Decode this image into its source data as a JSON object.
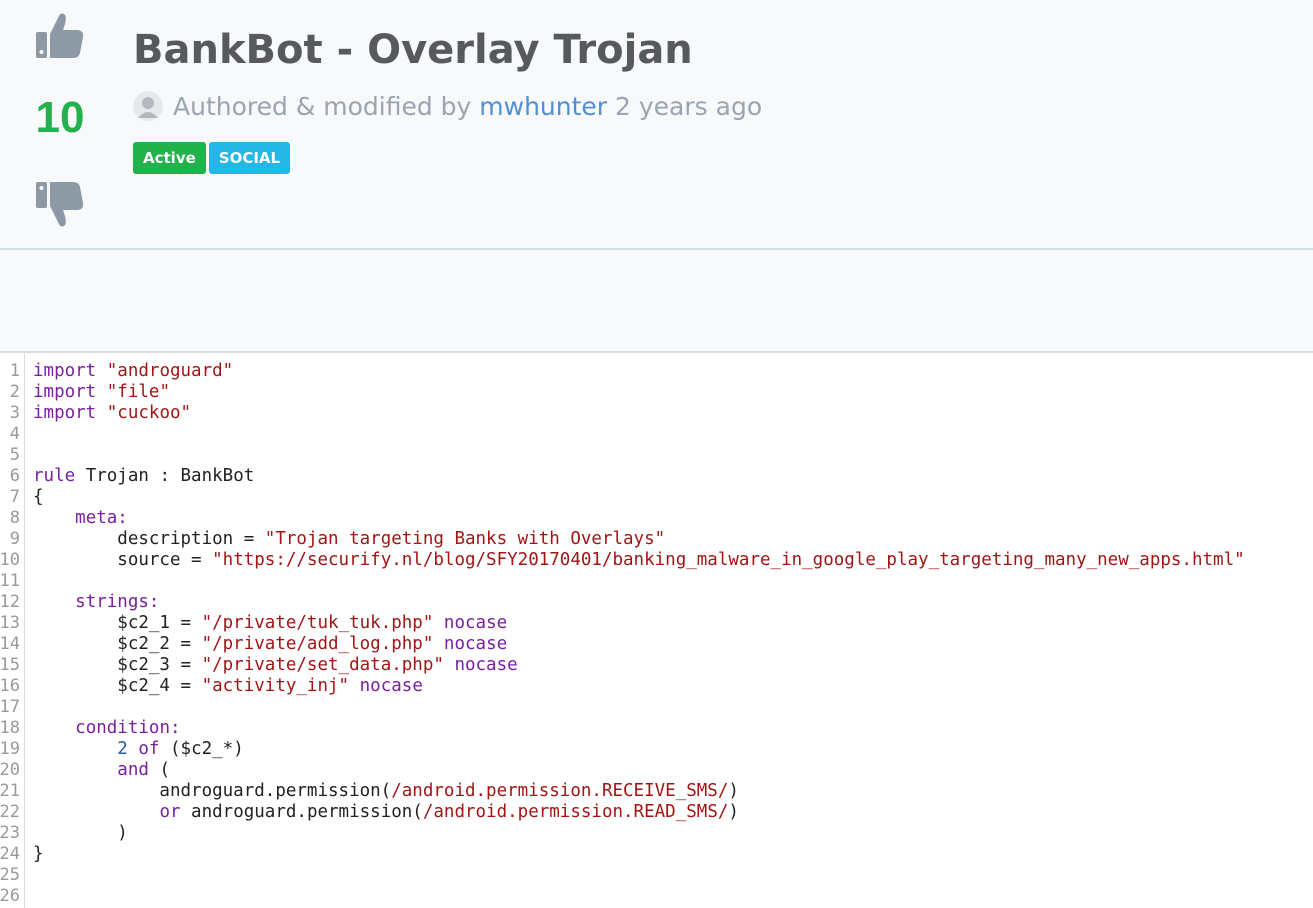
{
  "rule": {
    "score": "10",
    "title": "BankBot - Overlay Trojan",
    "byline_prefix": "Authored & modified by",
    "author": "mwhunter",
    "age": "2 years ago",
    "tags": [
      "Active",
      "SOCIAL"
    ]
  },
  "colors": {
    "score": "#22b14c",
    "tag_active": "#22b24c",
    "tag_social": "#23b7e5",
    "author_link": "#4f8fd6"
  },
  "icons": {
    "upvote": "thumbs-up-icon",
    "downvote": "thumbs-down-icon",
    "avatar": "user-avatar-icon"
  },
  "editor": {
    "line_numbers": [
      "1",
      "2",
      "3",
      "4",
      "5",
      "6",
      "7",
      "8",
      "9",
      "10",
      "11",
      "12",
      "13",
      "14",
      "15",
      "16",
      "17",
      "18",
      "19",
      "20",
      "21",
      "22",
      "23",
      "24",
      "25",
      "26"
    ],
    "lines": [
      [
        {
          "t": "import",
          "c": "kw"
        },
        {
          "t": " "
        },
        {
          "t": "\"androguard\"",
          "c": "str"
        }
      ],
      [
        {
          "t": "import",
          "c": "kw"
        },
        {
          "t": " "
        },
        {
          "t": "\"file\"",
          "c": "str"
        }
      ],
      [
        {
          "t": "import",
          "c": "kw"
        },
        {
          "t": " "
        },
        {
          "t": "\"cuckoo\"",
          "c": "str"
        }
      ],
      [],
      [],
      [
        {
          "t": "rule",
          "c": "kw"
        },
        {
          "t": " Trojan : BankBot"
        }
      ],
      [
        {
          "t": "{"
        }
      ],
      [
        {
          "t": "    "
        },
        {
          "t": "meta:",
          "c": "kw"
        }
      ],
      [
        {
          "t": "        description = "
        },
        {
          "t": "\"Trojan targeting Banks with Overlays\"",
          "c": "str"
        }
      ],
      [
        {
          "t": "        source = "
        },
        {
          "t": "\"https://securify.nl/blog/SFY20170401/banking_malware_in_google_play_targeting_many_new_apps.html\"",
          "c": "str"
        }
      ],
      [],
      [
        {
          "t": "    "
        },
        {
          "t": "strings:",
          "c": "kw"
        }
      ],
      [
        {
          "t": "        $c2_1 = "
        },
        {
          "t": "\"/private/tuk_tuk.php\"",
          "c": "str"
        },
        {
          "t": " "
        },
        {
          "t": "nocase",
          "c": "kw"
        }
      ],
      [
        {
          "t": "        $c2_2 = "
        },
        {
          "t": "\"/private/add_log.php\"",
          "c": "str"
        },
        {
          "t": " "
        },
        {
          "t": "nocase",
          "c": "kw"
        }
      ],
      [
        {
          "t": "        $c2_3 = "
        },
        {
          "t": "\"/private/set_data.php\"",
          "c": "str"
        },
        {
          "t": " "
        },
        {
          "t": "nocase",
          "c": "kw"
        }
      ],
      [
        {
          "t": "        $c2_4 = "
        },
        {
          "t": "\"activity_inj\"",
          "c": "str"
        },
        {
          "t": " "
        },
        {
          "t": "nocase",
          "c": "kw"
        }
      ],
      [],
      [
        {
          "t": "    "
        },
        {
          "t": "condition:",
          "c": "kw"
        }
      ],
      [
        {
          "t": "        "
        },
        {
          "t": "2",
          "c": "num"
        },
        {
          "t": " "
        },
        {
          "t": "of",
          "c": "kw"
        },
        {
          "t": " ($c2_*)"
        }
      ],
      [
        {
          "t": "        "
        },
        {
          "t": "and",
          "c": "kw"
        },
        {
          "t": " ("
        }
      ],
      [
        {
          "t": "            androguard.permission("
        },
        {
          "t": "/android.permission.RECEIVE_SMS/",
          "c": "str"
        },
        {
          "t": ")"
        }
      ],
      [
        {
          "t": "            "
        },
        {
          "t": "or",
          "c": "kw"
        },
        {
          "t": " androguard.permission("
        },
        {
          "t": "/android.permission.READ_SMS/",
          "c": "str"
        },
        {
          "t": ")"
        }
      ],
      [
        {
          "t": "        )"
        }
      ],
      [
        {
          "t": "}"
        }
      ],
      [],
      []
    ]
  }
}
